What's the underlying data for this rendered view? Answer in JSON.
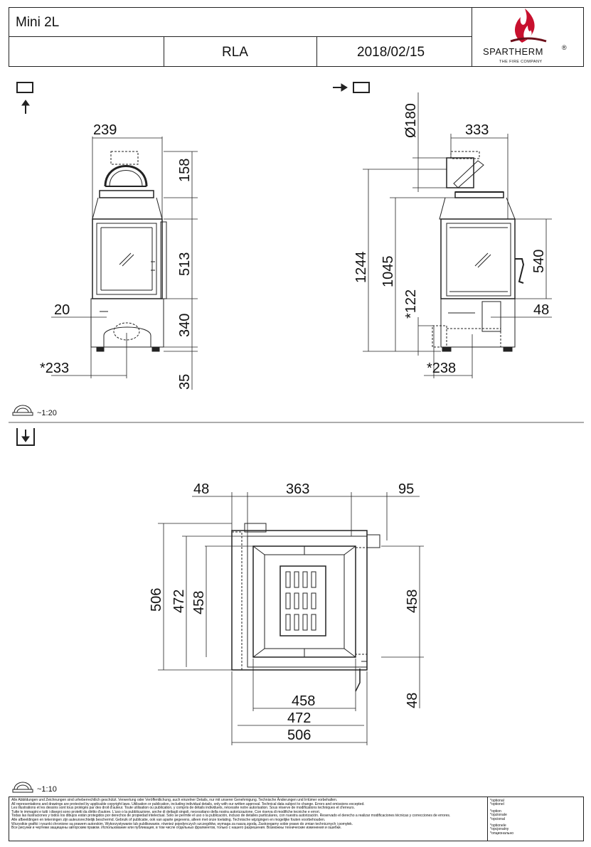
{
  "header": {
    "model": "Mini 2L",
    "variant": "RLA",
    "date": "2018/02/15",
    "brand": "SPARTHERM",
    "brand_mark": "®",
    "tagline": "THE FIRE COMPANY"
  },
  "colors": {
    "line": "#222222",
    "flame_red": "#c8102e",
    "flame_dark": "#6b0f1a"
  },
  "views": {
    "front": {
      "dims": {
        "width_top": "239",
        "flue_h": "158",
        "door_h": "513",
        "side_offset": "20",
        "base_h": "340",
        "bottom_offset": "*233",
        "foot_h": "35"
      }
    },
    "side": {
      "dims": {
        "flue_dia": "Ø180",
        "depth_top": "333",
        "total_h": "1244",
        "door_top_h": "1045",
        "door_h": "540",
        "inlet_h": "*122",
        "side_offset": "48",
        "bottom_offset": "*238"
      }
    },
    "plan": {
      "dims": {
        "top_left": "48",
        "top_mid": "363",
        "top_right": "95",
        "depth_506": "506",
        "depth_472": "472",
        "depth_458": "458",
        "right_458": "458",
        "right_48": "48",
        "bottom_458": "458",
        "bottom_472": "472",
        "bottom_506": "506"
      }
    }
  },
  "scales": {
    "elevation": "~1:20",
    "plan": "~1:10"
  },
  "footer": {
    "legal_lines": [
      "Alle Abbildungen und Zeichnungen sind urheberrechtlich geschützt. Verwertung oder Veröffentlichung, auch einzelner Details, nur mit unserer Genehmigung. Technische Änderungen und Irrtümer vorbehalten.",
      "All representations and drawings are protected by applicable copyright laws. Utilisation or publication, including individual details, only with our written approval. Technical data subject to change. Errors and omissions excepted.",
      "Les illustrations et les dessins sont tous protégés par des droit d'auteur. Toute utilisation ou publication, y compris de détails individuels, nécessite notre autorisation. Sous réserve de modifications techniques et d'erreurs.",
      "Tutte le immagini e tutti i disegni sono protetti da diritto d'autore. L'uso o la pubblicazione, anche di dettagli singoli, necessitano della nostra autorizzazione. Con riserva di modifiche tecniche e errori.",
      "Todas las ilustraciones y todos los dibujos están protegidos por derechos de propiedad intelectual. Solo se permite el uso o la publicación, incluso de detalles particulares, con nuestra autorización. Reservado el derecho a realizar modificaciones técnicas y correcciones de errores.",
      "Alle afbeeldingen en tekeningen zijn auteursrechtelijk beschermd. Gebruik of publicatie, ook van aparte gegevens, alleen met onze toelating. Technische wijzigingen en mogelijke fouten voorbehouden.",
      "Wszystkie grafiki i rysunki chronione są prawem autorskim. Wykorzystywanie lub publikowanie, również pojedynczych szczegółów, wymaga za naszą zgodą. Zastrzegamy sobie prawo do zmian technicznych i pomyłek.",
      "Все рисунки и чертежи защищены авторским правом. Использование или публикация, в том числе отдельных фрагментов, только с нашего разрешения. Возможны технические изменения и ошибки."
    ],
    "optional_labels": [
      "*optional",
      "*optionel",
      "*option",
      "*opzionale",
      "*opcional",
      "*optionele",
      "*opcjonalny",
      "*опционально"
    ]
  }
}
